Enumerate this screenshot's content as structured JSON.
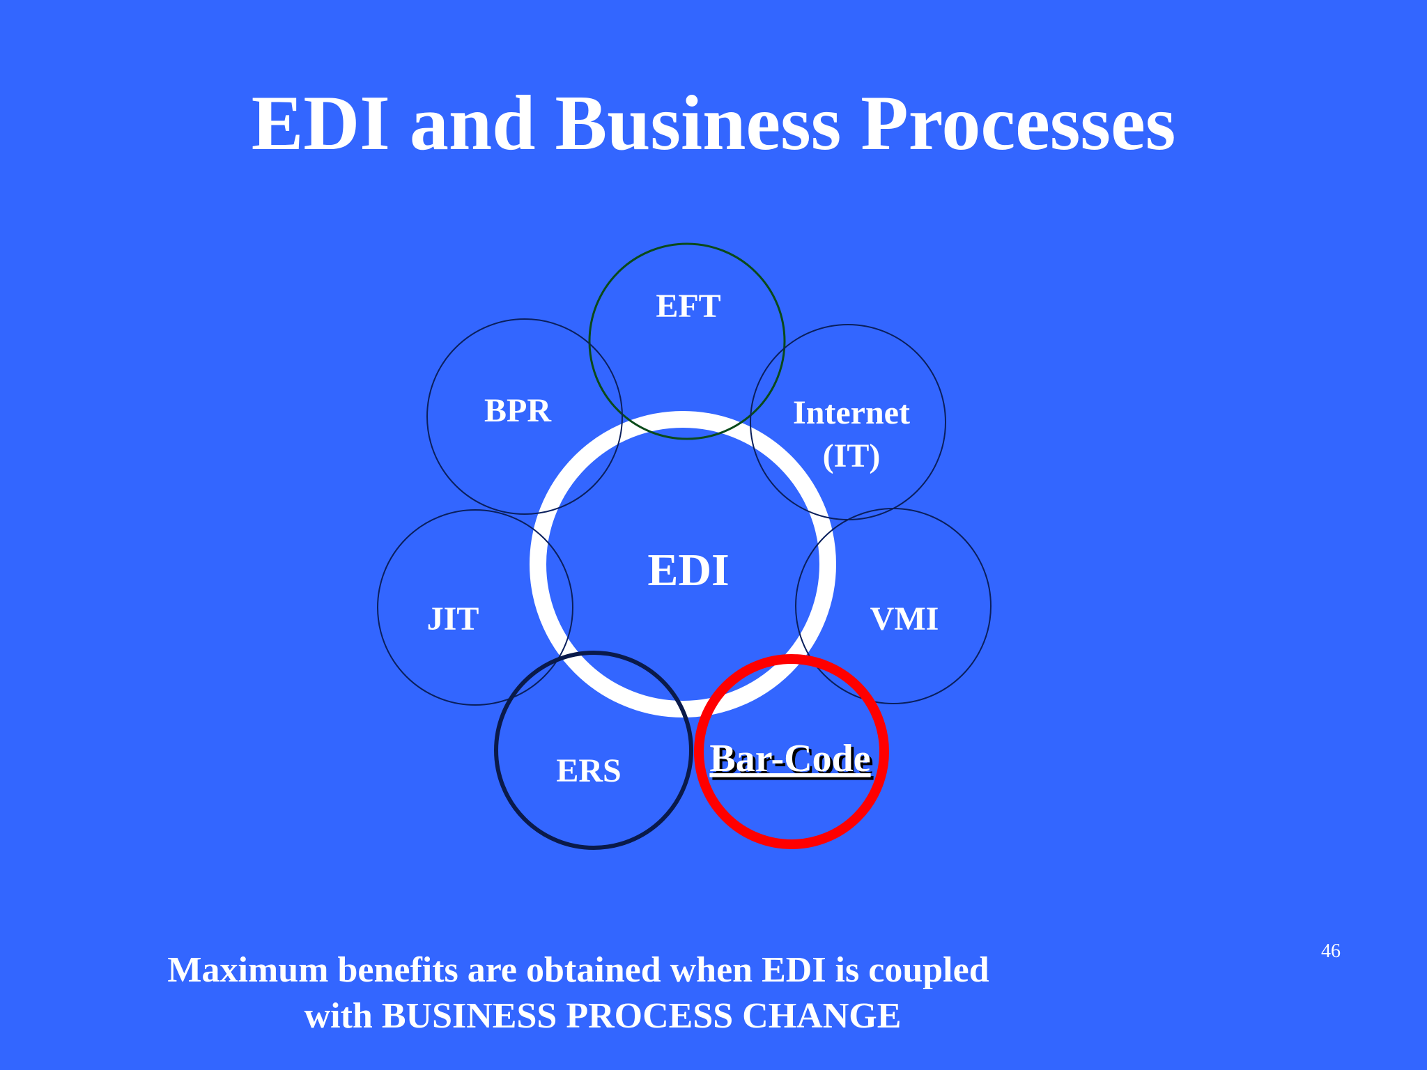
{
  "slide": {
    "title": "EDI and Business Processes",
    "footer_line1": "Maximum benefits are obtained when EDI is coupled",
    "footer_line2": "with BUSINESS PROCESS CHANGE",
    "page_number": "46"
  },
  "diagram": {
    "center_label": "EDI",
    "center_ring_color": "#ffffff",
    "nodes": [
      {
        "id": "eft",
        "label": "EFT",
        "stroke": "#0a4a1a"
      },
      {
        "id": "bpr",
        "label": "BPR",
        "stroke": "#0a1f5c"
      },
      {
        "id": "internet",
        "label_line1": "Internet",
        "label_line2": "(IT)",
        "stroke": "#0a1f5c"
      },
      {
        "id": "jit",
        "label": "JIT",
        "stroke": "#0a1f5c"
      },
      {
        "id": "vmi",
        "label": "VMI",
        "stroke": "#0a1f5c"
      },
      {
        "id": "ers",
        "label": "ERS",
        "stroke": "#0a1a4a"
      },
      {
        "id": "barcode",
        "label": "Bar-Code",
        "stroke": "#ff0000",
        "highlighted": true
      }
    ]
  },
  "colors": {
    "background": "#3366ff",
    "text": "#ffffff",
    "highlight": "#ff0000"
  }
}
